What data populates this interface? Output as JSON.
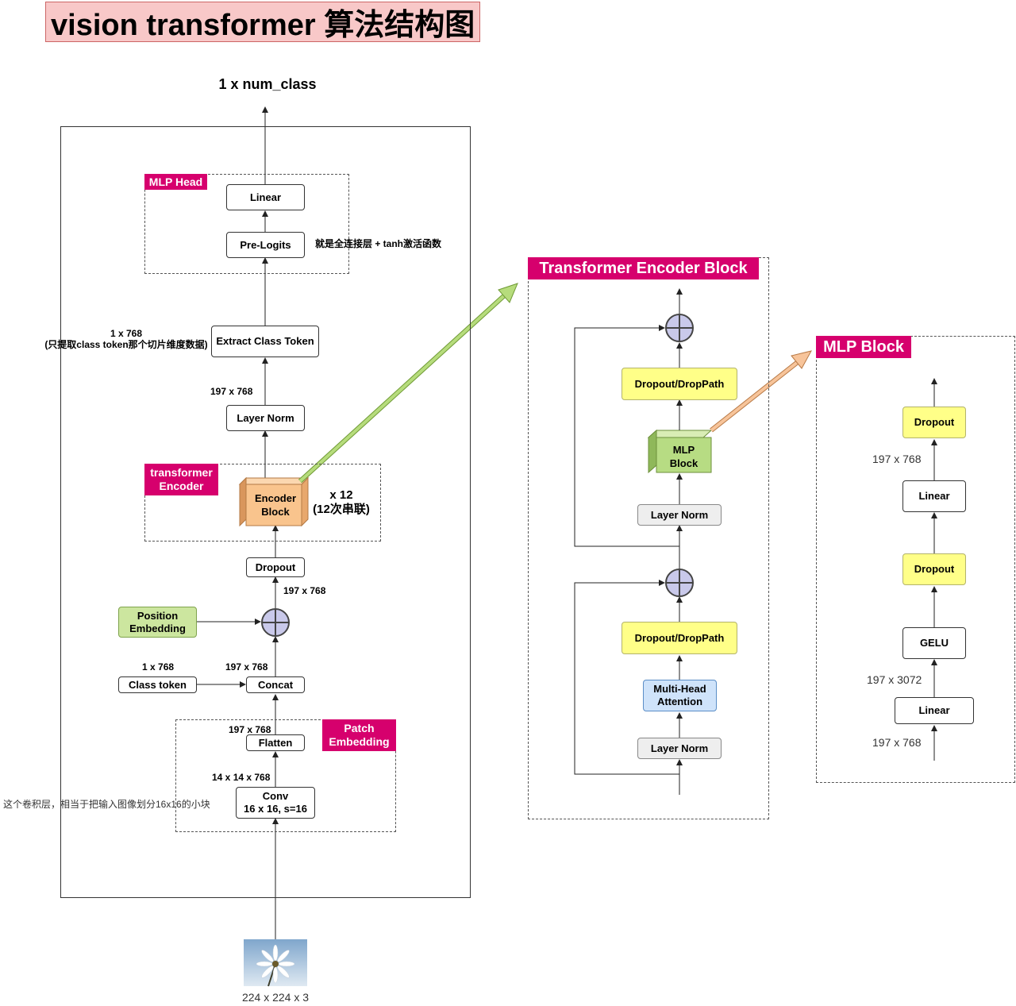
{
  "title": "vision transformer 算法结构图",
  "output_label": "1 x num_class",
  "input_label": "224 x 224 x 3",
  "colors": {
    "tag": "#d6006d",
    "yellow": "#ffff88",
    "green": "#cce69f",
    "orange": "#f9c48d",
    "blue": "#cfe3fa",
    "gray": "#eeeeee"
  },
  "main": {
    "mlp_head_tag": "MLP Head",
    "linear": "Linear",
    "pre_logits": "Pre-Logits",
    "pre_logits_note": "就是全连接层 + tanh激活函数",
    "extract_class_token": "Extract Class Token",
    "extract_note": "1 x 768\n(只提取class token那个切片维度数据)",
    "dim_197_768_a": "197 x 768",
    "layer_norm": "Layer Norm",
    "encoder_tag": "transformer\nEncoder",
    "encoder_block": "Encoder\nBlock",
    "repeat_note": "x 12\n(12次串联)",
    "dropout": "Dropout",
    "dim_197_768_b": "197 x 768",
    "position_embedding": "Position\nEmbedding",
    "dim_1_768": "1 x 768",
    "dim_197_768_c": "197 x 768",
    "class_token": "Class token",
    "concat": "Concat",
    "patch_tag": "Patch\nEmbedding",
    "dim_197_768_d": "197 x 768",
    "flatten": "Flatten",
    "dim_14_14_768": "14 x 14 x 768",
    "conv": "Conv\n16 x 16, s=16",
    "conv_note": "这个卷积层，相当于把输入图像划分16x16的小块"
  },
  "encoder_block": {
    "tag": "Transformer Encoder Block",
    "dropout_top": "Dropout/DropPath",
    "mlp_block": "MLP\nBlock",
    "layer_norm_top": "Layer Norm",
    "dropout_bottom": "Dropout/DropPath",
    "mha": "Multi-Head\nAttention",
    "layer_norm_bottom": "Layer Norm"
  },
  "mlp_block": {
    "tag": "MLP Block",
    "dropout_top": "Dropout",
    "dim_197_768_a": "197 x 768",
    "linear_top": "Linear",
    "dropout_mid": "Dropout",
    "gelu": "GELU",
    "dim_197_3072": "197 x 3072",
    "linear_bottom": "Linear",
    "dim_197_768_b": "197 x 768"
  }
}
